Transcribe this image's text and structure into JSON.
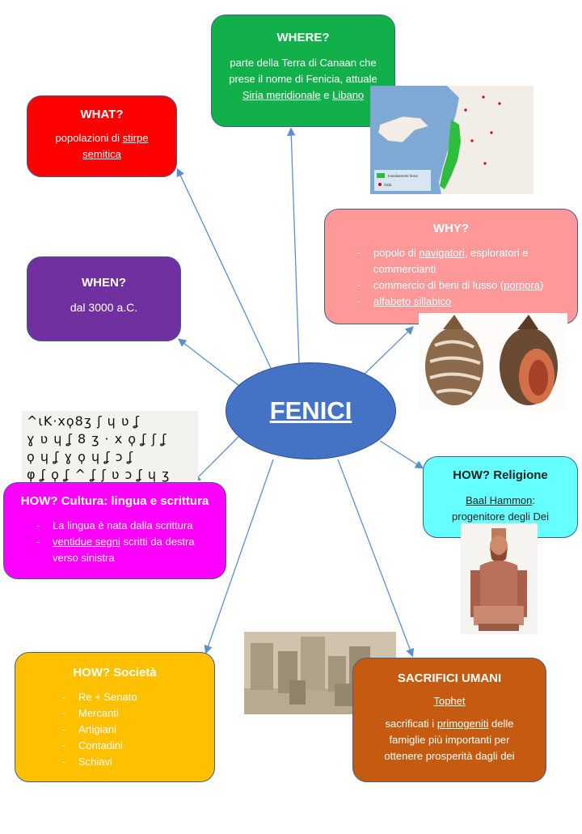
{
  "center": {
    "label": "FENICI"
  },
  "what": {
    "title": "WHAT?",
    "line1": "popolazioni di ",
    "link": "stirpe semitica"
  },
  "where": {
    "title": "WHERE?",
    "line1": "parte della Terra di Canaan che",
    "line2": "prese il nome di Fenicia, attuale",
    "link1": "Siria meridionale",
    "and": " e ",
    "link2": "Libano"
  },
  "when": {
    "title": "WHEN?",
    "text": "dal 3000 a.C."
  },
  "why": {
    "title": "WHY?",
    "item1_pre": "popolo di ",
    "item1_link": "navigatori",
    "item1_post": ", esploratori e commercianti",
    "item2_pre": "commercio di beni di lusso (",
    "item2_link": "porpora",
    "item2_post": ")",
    "item3_link": "alfabeto sillabico"
  },
  "cultura": {
    "title": "HOW? Cultura: lingua e scrittura",
    "item1": "La lingua è nata dalla scrittura",
    "item2_link": "ventidue segni",
    "item2_post": " scritti da destra verso sinistra"
  },
  "religione": {
    "title": "HOW? Religione",
    "link": "Baal Hammon",
    "post": ":",
    "line2": "progenitore degli Dei"
  },
  "societa": {
    "title": "HOW? Società",
    "items": [
      "Re + Senato",
      "Mercanti",
      "Artigiani",
      "Contadini",
      "Schiavi"
    ]
  },
  "sacrifici": {
    "title": "SACRIFICI UMANI",
    "link": "Tophet",
    "line1_pre": "sacrificati i ",
    "line1_link": "primogeniti",
    "line1_post": " delle",
    "line2": "famiglie più importanti per",
    "line3": "ottenere prosperità dagli dei"
  },
  "colors": {
    "what": "#ff0000",
    "where": "#12b04a",
    "when": "#7030a0",
    "why": "#ff9999",
    "cultura": "#ff00ff",
    "religione": "#66ffff",
    "societa": "#ffc000",
    "sacrifici": "#c55a11",
    "center": "#4472c4",
    "arrow": "#5b8fcf"
  },
  "map": {
    "legend1": "Insediamenti fenici",
    "legend2": "Città"
  },
  "script_lines": [
    "^ιK·xϙ8ʒ ʃ ɥ ʋ ʆ",
    "ɣ ʋ ɥ ʆ 8 ʒ · x ϙ ʆ ʃ ʆ",
    "ϙ ɥ ʆ ɣ ϙ ɥ ʆ ɔ ʆ",
    "φ ʆ ϙ ʆ ^ ʆ ʃ ʋ ɔ ʆ ɥ ʒ"
  ]
}
